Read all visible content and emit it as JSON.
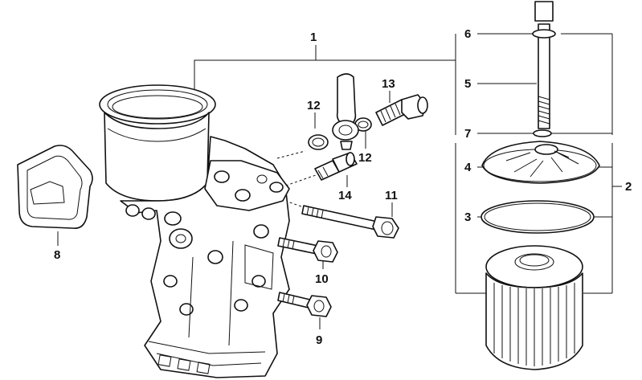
{
  "diagram": {
    "callouts": {
      "n1": "1",
      "n2": "2",
      "n3": "3",
      "n4": "4",
      "n5": "5",
      "n6": "6",
      "n7": "7",
      "n8": "8",
      "n9": "9",
      "n10": "10",
      "n11": "11",
      "n12a": "12",
      "n12b": "12",
      "n13": "13",
      "n14": "14"
    },
    "colors": {
      "ink": "#111111",
      "paper": "#ffffff"
    }
  }
}
